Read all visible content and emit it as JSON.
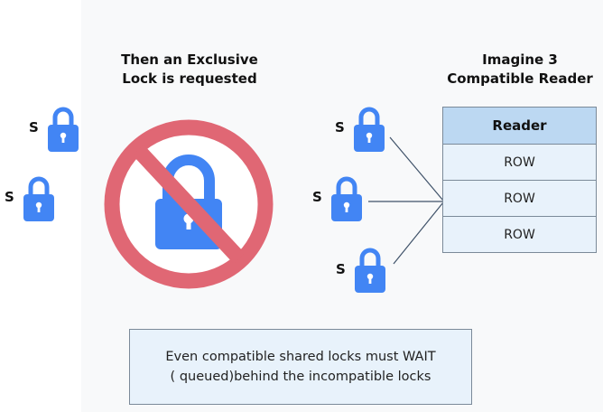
{
  "left_title": {
    "line1": "Then an Exclusive",
    "line2": "Lock is requested"
  },
  "right_title": {
    "line1": "Imagine 3",
    "line2": "Compatible Reader"
  },
  "shared_label": "S",
  "table": {
    "header": "Reader",
    "rows": [
      "ROW",
      "ROW",
      "ROW"
    ]
  },
  "note": {
    "line1": "Even compatible shared locks must WAIT",
    "line2": "( queued)behind the incompatible locks"
  },
  "icons": {
    "shared_lock": "lock-icon",
    "exclusive_lock": "lock-icon",
    "prohibited": "no-entry-sign-icon"
  },
  "colors": {
    "lock_blue": "#4285f4",
    "prohibit_red": "#e06774",
    "table_header": "#bcd8f2",
    "table_body": "#e8f2fb",
    "border": "#7b8a99"
  }
}
